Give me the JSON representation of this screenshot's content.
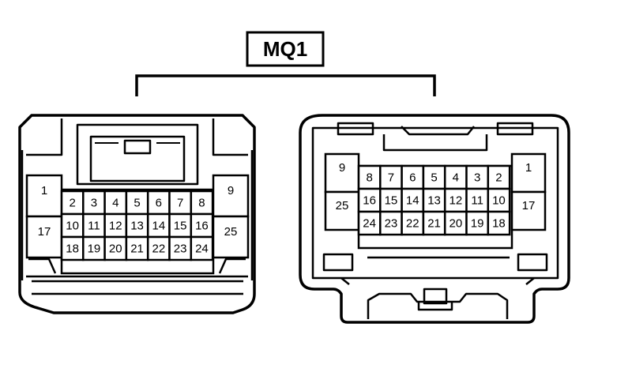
{
  "connector": {
    "title": "MQ1",
    "left_face": {
      "pins": [
        {
          "label": "1",
          "row": 0,
          "col": 0
        },
        {
          "label": "2",
          "row": 0,
          "col": 1
        },
        {
          "label": "3",
          "row": 0,
          "col": 2
        },
        {
          "label": "4",
          "row": 0,
          "col": 3
        },
        {
          "label": "5",
          "row": 0,
          "col": 4
        },
        {
          "label": "6",
          "row": 0,
          "col": 5
        },
        {
          "label": "7",
          "row": 0,
          "col": 6
        },
        {
          "label": "8",
          "row": 0,
          "col": 7
        },
        {
          "label": "9",
          "row": 0,
          "col": 8
        },
        {
          "label": "17",
          "row": 1,
          "col": 0
        },
        {
          "label": "10",
          "row": 1,
          "col": 1
        },
        {
          "label": "11",
          "row": 1,
          "col": 2
        },
        {
          "label": "12",
          "row": 1,
          "col": 3
        },
        {
          "label": "13",
          "row": 1,
          "col": 4
        },
        {
          "label": "14",
          "row": 1,
          "col": 5
        },
        {
          "label": "15",
          "row": 1,
          "col": 6
        },
        {
          "label": "16",
          "row": 1,
          "col": 7
        },
        {
          "label": "25",
          "row": 1,
          "col": 8
        },
        {
          "label": "18",
          "row": 2,
          "col": 1
        },
        {
          "label": "19",
          "row": 2,
          "col": 2
        },
        {
          "label": "20",
          "row": 2,
          "col": 3
        },
        {
          "label": "21",
          "row": 2,
          "col": 4
        },
        {
          "label": "22",
          "row": 2,
          "col": 5
        },
        {
          "label": "23",
          "row": 2,
          "col": 6
        },
        {
          "label": "24",
          "row": 2,
          "col": 7
        }
      ]
    },
    "right_face": {
      "pins": [
        {
          "label": "9",
          "row": 0,
          "col": 0
        },
        {
          "label": "8",
          "row": 0,
          "col": 1
        },
        {
          "label": "7",
          "row": 0,
          "col": 2
        },
        {
          "label": "6",
          "row": 0,
          "col": 3
        },
        {
          "label": "5",
          "row": 0,
          "col": 4
        },
        {
          "label": "4",
          "row": 0,
          "col": 5
        },
        {
          "label": "3",
          "row": 0,
          "col": 6
        },
        {
          "label": "2",
          "row": 0,
          "col": 7
        },
        {
          "label": "1",
          "row": 0,
          "col": 8
        },
        {
          "label": "25",
          "row": 1,
          "col": 0
        },
        {
          "label": "16",
          "row": 1,
          "col": 1
        },
        {
          "label": "15",
          "row": 1,
          "col": 2
        },
        {
          "label": "14",
          "row": 1,
          "col": 3
        },
        {
          "label": "13",
          "row": 1,
          "col": 4
        },
        {
          "label": "12",
          "row": 1,
          "col": 5
        },
        {
          "label": "11",
          "row": 1,
          "col": 6
        },
        {
          "label": "10",
          "row": 1,
          "col": 7
        },
        {
          "label": "17",
          "row": 1,
          "col": 8
        },
        {
          "label": "24",
          "row": 2,
          "col": 1
        },
        {
          "label": "23",
          "row": 2,
          "col": 2
        },
        {
          "label": "22",
          "row": 2,
          "col": 3
        },
        {
          "label": "21",
          "row": 2,
          "col": 4
        },
        {
          "label": "20",
          "row": 2,
          "col": 5
        },
        {
          "label": "19",
          "row": 2,
          "col": 6
        },
        {
          "label": "18",
          "row": 2,
          "col": 7
        }
      ]
    }
  }
}
